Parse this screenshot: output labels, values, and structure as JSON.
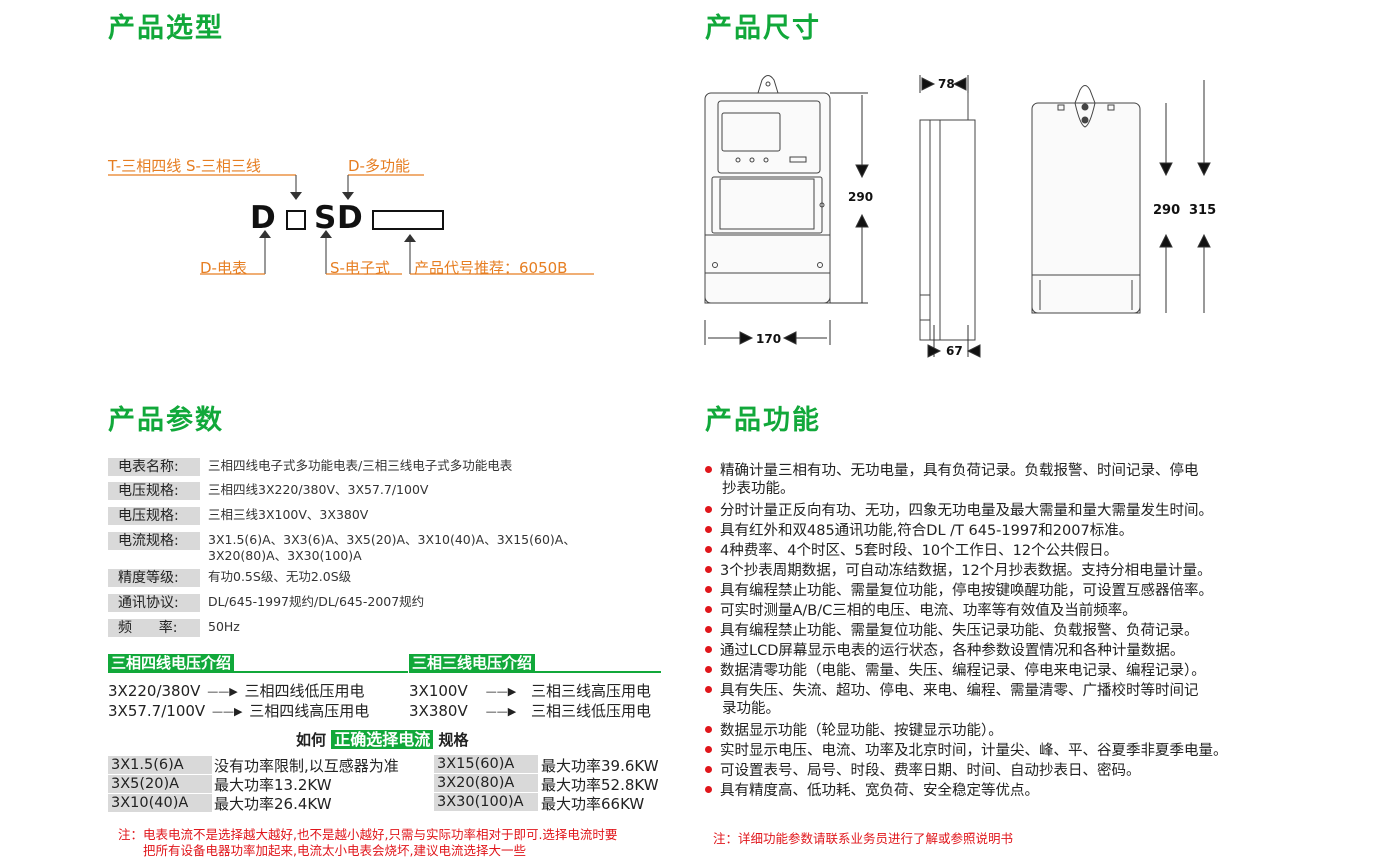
{
  "sections": {
    "selection": "产品选型",
    "dimensions": "产品尺寸",
    "params": "产品参数",
    "functions": "产品功能"
  },
  "model": {
    "letters": [
      "D",
      "S",
      "D"
    ],
    "label_type": "T-三相四线 S-三相三线",
    "label_multifunction": "D-多功能",
    "label_meter": "D-电表",
    "label_electronic": "S-电子式",
    "label_code": "产品代号推荐：6050B"
  },
  "dims": {
    "w170": "170",
    "h290_front": "290",
    "d78": "78",
    "d67": "67",
    "h290_back": "290",
    "h315": "315"
  },
  "params": [
    {
      "label": "电表名称:",
      "value": "三相四线电子式多功能电表/三相三线电子式多功能电表"
    },
    {
      "label": "电压规格:",
      "value": "三相四线3X220/380V、3X57.7/100V"
    },
    {
      "label": "电压规格:",
      "value": "三相三线3X100V、3X380V"
    },
    {
      "label": "电流规格:",
      "value": "3X1.5(6)A、3X3(6)A、3X5(20)A、3X10(40)A、3X15(60)A、",
      "value2": "3X20(80)A、3X30(100)A"
    },
    {
      "label": "精度等级:",
      "value": "有功0.5S级、无功2.0S级"
    },
    {
      "label": "通讯协议:",
      "value": "DL/645-1997规约/DL/645-2007规约"
    },
    {
      "label": "频      率:",
      "value": "50Hz"
    }
  ],
  "voltage_intro": {
    "four_wire_title": "三相四线电压介绍",
    "three_wire_title": "三相三线电压介绍",
    "four_wire_rows": [
      {
        "v": "3X220/380V",
        "desc": "三相四线低压用电"
      },
      {
        "v": "3X57.7/100V",
        "desc": "三相四线高压用电"
      }
    ],
    "three_wire_rows": [
      {
        "v": "3X100V",
        "desc": "三相三线高压用电"
      },
      {
        "v": "3X380V",
        "desc": "三相三线低压用电"
      }
    ]
  },
  "current_choice": {
    "prefix": "如何",
    "highlight": "正确选择电流",
    "suffix": "规格",
    "left": [
      {
        "spec": "3X1.5(6)A",
        "power": "没有功率限制,以互感器为准"
      },
      {
        "spec": "3X5(20)A",
        "power": "最大功率13.2KW"
      },
      {
        "spec": "3X10(40)A",
        "power": "最大功率26.4KW"
      }
    ],
    "right": [
      {
        "spec": "3X15(60)A",
        "power": "最大功率39.6KW"
      },
      {
        "spec": "3X20(80)A",
        "power": "最大功率52.8KW"
      },
      {
        "spec": "3X30(100)A",
        "power": "最大功率66KW"
      }
    ]
  },
  "notes": {
    "current_1": "注：电表电流不是选择越大越好,也不是越小越好,只需与实际功率相对于即可.选择电流时要",
    "current_2": "把所有设备电器功率加起来,电流太小电表会烧坏,建议电流选择大一些",
    "function": "注：详细功能参数请联系业务员进行了解或参照说明书"
  },
  "features": [
    {
      "line1": "精确计量三相有功、无功电量，具有负荷记录。负载报警、时间记录、停电",
      "line2": "抄表功能。"
    },
    {
      "line1": "分时计量正反向有功、无功，四象无功电量及最大需量和量大需量发生时间。"
    },
    {
      "line1": "具有红外和双485通讯功能,符合DL /T 645-1997和2007标准。"
    },
    {
      "line1": "4种费率、4个时区、5套时段、10个工作日、12个公共假日。"
    },
    {
      "line1": "3个抄表周期数据，可自动冻结数据，12个月抄表数据。支持分相电量计量。"
    },
    {
      "line1": "具有编程禁止功能、需量复位功能，停电按键唤醒功能，可设置互感器倍率。"
    },
    {
      "line1": "可实时测量A/B/C三相的电压、电流、功率等有效值及当前频率。"
    },
    {
      "line1": "具有编程禁止功能、需量复位功能、失压记录功能、负载报警、负荷记录。"
    },
    {
      "line1": "通过LCD屏幕显示电表的运行状态，各种参数设置情况和各种计量数据。"
    },
    {
      "line1": "数据清零功能（电能、需量、失压、编程记录、停电来电记录、编程记录）。"
    },
    {
      "line1": "具有失压、失流、超功、停电、来电、编程、需量清零、广播校时等时间记",
      "line2": "录功能。"
    },
    {
      "line1": "数据显示功能（轮显功能、按键显示功能）。"
    },
    {
      "line1": "实时显示电压、电流、功率及北京时间，计量尖、峰、平、谷夏季非夏季电量。"
    },
    {
      "line1": "可设置表号、局号、时段、费率日期、时间、自动抄表日、密码。"
    },
    {
      "line1": "具有精度高、低功耗、宽负荷、安全稳定等优点。"
    }
  ]
}
